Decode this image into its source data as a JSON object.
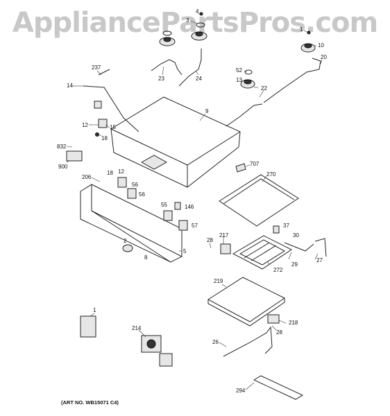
{
  "watermark": "AppliancePartsPros.com",
  "art_number": "(ART NO. WB15071 C4)",
  "part_labels": [
    "4",
    "3",
    "1",
    "10",
    "20",
    "237",
    "23",
    "24",
    "52",
    "13",
    "22",
    "14",
    "9",
    "12",
    "15",
    "18",
    "832",
    "900",
    "707",
    "270",
    "206",
    "18",
    "12",
    "56",
    "56",
    "55",
    "146",
    "37",
    "57",
    "217",
    "30",
    "28",
    "2",
    "8",
    "5",
    "29",
    "27",
    "272",
    "219",
    "1",
    "214",
    "218",
    "28",
    "26",
    "294"
  ]
}
